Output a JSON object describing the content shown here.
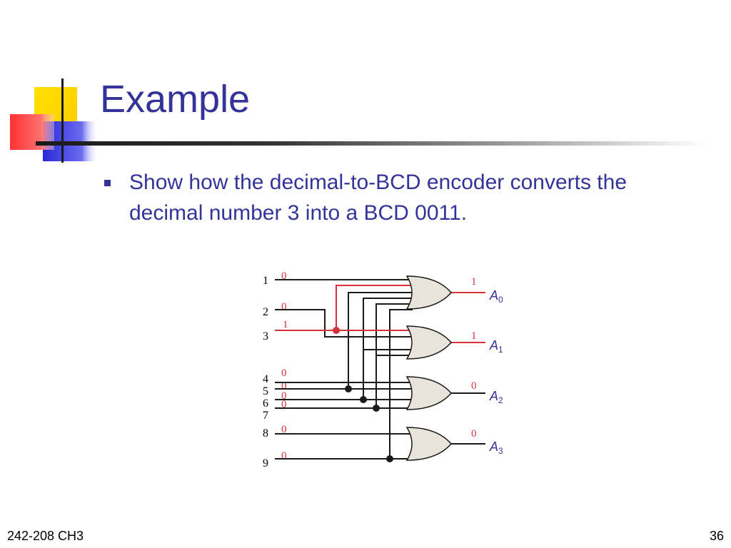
{
  "slide": {
    "title": "Example",
    "bullets": [
      "Show how the decimal-to-BCD encoder converts the decimal number 3 into a BCD 0011."
    ],
    "footer_left": "242-208 CH3",
    "page_number": "36"
  },
  "colors": {
    "title": "#333399",
    "active_line": "#d9303c",
    "gate_fill": "#e8e4dc",
    "wire": "#1a1a1a",
    "value_text": "#d9303c"
  },
  "circuit": {
    "inputs": [
      {
        "label": "1",
        "value": "0"
      },
      {
        "label": "2",
        "value": "0"
      },
      {
        "label": "3",
        "value": "1"
      },
      {
        "label": "4",
        "value": "0"
      },
      {
        "label": "5",
        "value": "0"
      },
      {
        "label": "6",
        "value": "0"
      },
      {
        "label": "7",
        "value": "0"
      },
      {
        "label": "8",
        "value": "0"
      },
      {
        "label": "9",
        "value": "0"
      }
    ],
    "outputs": [
      {
        "label": "A",
        "subscript": "0",
        "value": "1"
      },
      {
        "label": "A",
        "subscript": "1",
        "value": "1"
      },
      {
        "label": "A",
        "subscript": "2",
        "value": "0"
      },
      {
        "label": "A",
        "subscript": "3",
        "value": "0"
      }
    ]
  }
}
